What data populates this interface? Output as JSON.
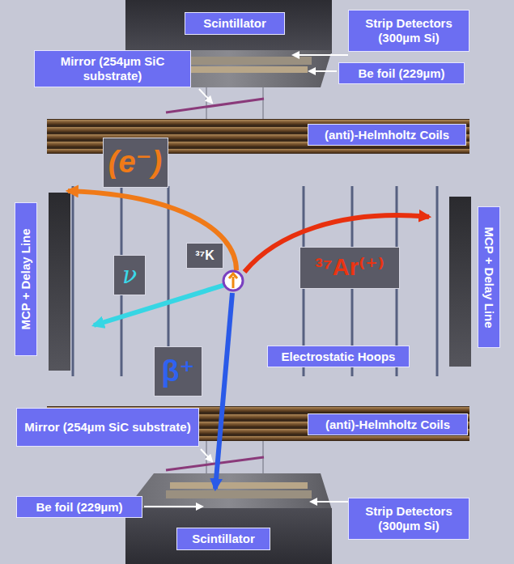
{
  "diagram": {
    "nodes": [
      {
        "text": [
          "Scintillator"
        ]
      },
      {
        "text": [
          "Strip Detectors (300µm Si)"
        ]
      },
      {
        "text": [
          "Mirror (254µm SiC substrate)"
        ]
      },
      {
        "text": [
          "Be foil (229µm)"
        ]
      },
      {
        "text": [
          "(anti)-Helmholtz Coils"
        ]
      },
      {
        "text": [
          "(e⁻)"
        ]
      },
      {
        "text": [
          "MCP + Delay Line"
        ]
      },
      {
        "text": [
          "³⁷K"
        ]
      },
      {
        "text": [
          "ν"
        ]
      },
      {
        "text": [
          "³⁷Ar⁽⁺⁾"
        ]
      },
      {
        "text": [
          "MCP + Delay Line"
        ]
      },
      {
        "text": [
          "Electrostatic Hoops"
        ]
      },
      {
        "text": [
          "β⁺"
        ]
      },
      {
        "text": [
          "Mirror (254µm SiC substrate)"
        ]
      },
      {
        "text": [
          "(anti)-Helmholtz Coils"
        ]
      },
      {
        "text": [
          "Be foil (229µm)"
        ]
      },
      {
        "text": [
          "Strip Detectors (300µm Si)"
        ]
      },
      {
        "text": [
          "Scintillator"
        ]
      }
    ]
  }
}
